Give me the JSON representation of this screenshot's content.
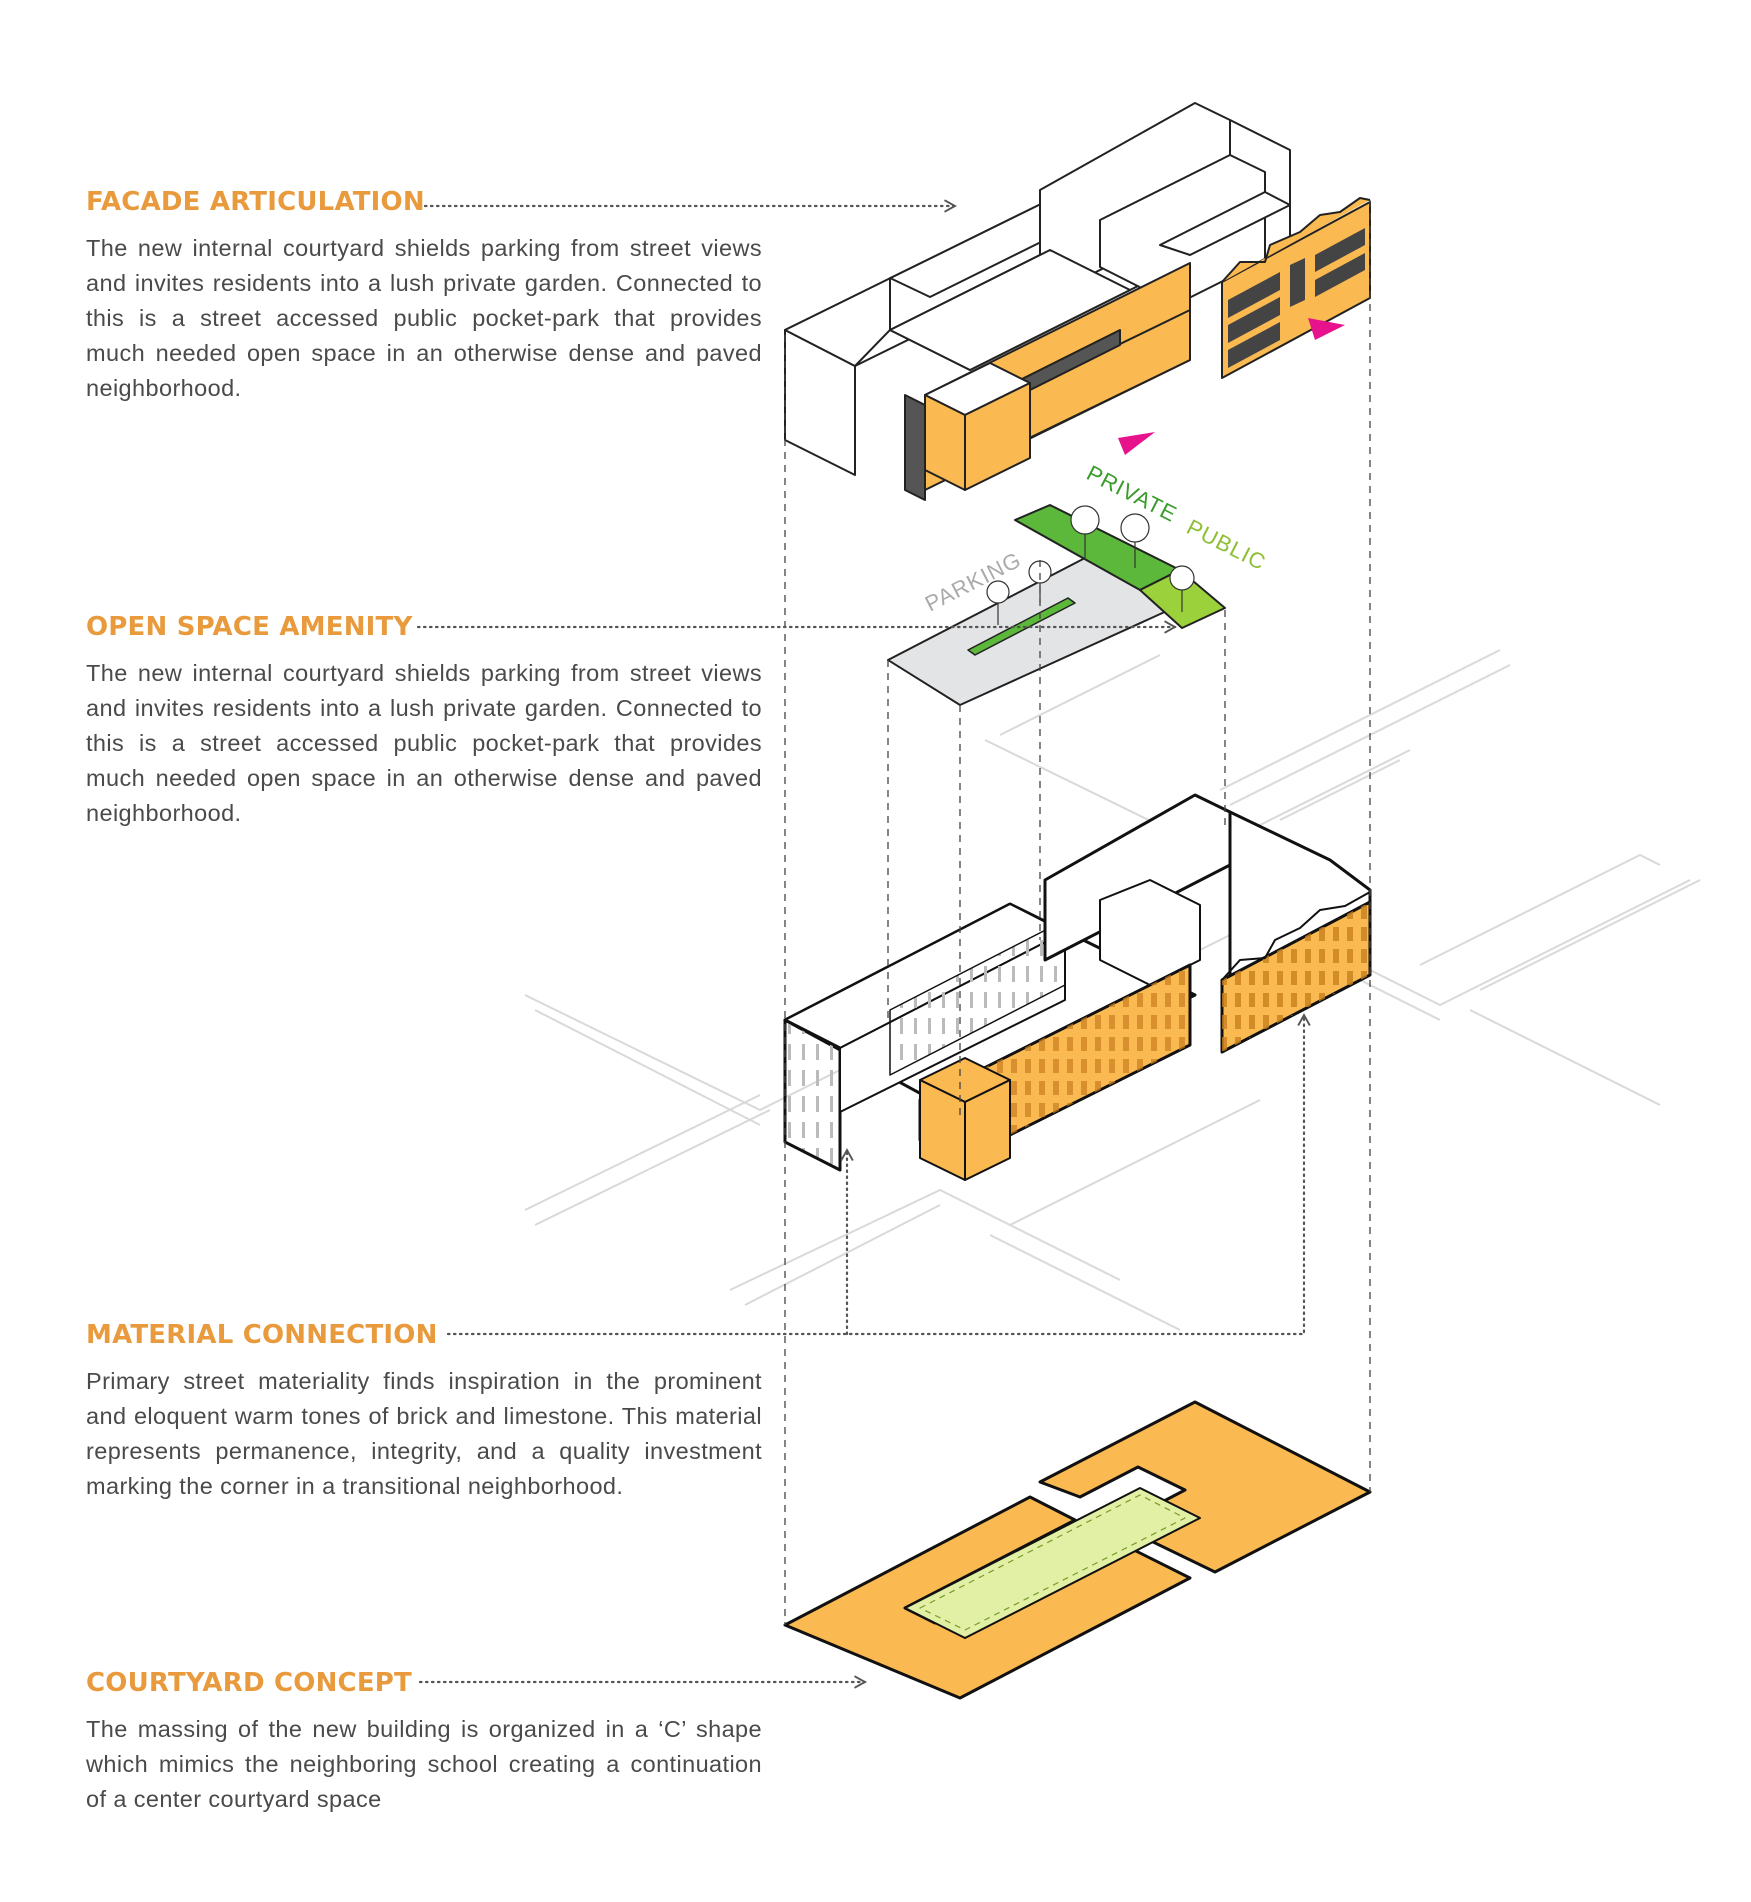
{
  "colors": {
    "accent_orange": "#E89A3C",
    "mass_orange": "#FBB951",
    "private_green": "#5BB83A",
    "public_green": "#9BD13A",
    "courtyard_green": "#E2F0A6",
    "arrow_magenta": "#E6138C",
    "parking_gray": "#E3E4E5",
    "body_text": "#4A4A4A"
  },
  "sections": [
    {
      "title": "FACADE ARTICULATION",
      "body": "The new internal courtyard shields parking from street views and invites residents into a lush private garden. Connected to this is a street accessed public pocket-park that provides much needed open space in an otherwise dense and paved neighborhood."
    },
    {
      "title": "OPEN SPACE AMENITY",
      "body": "The new internal courtyard shields parking from street views and invites residents into a lush private garden. Connected to this is a street accessed public pocket-park that provides much needed open space in an otherwise dense and paved neighborhood."
    },
    {
      "title": "MATERIAL CONNECTION",
      "body": "Primary street materiality finds inspiration in the prominent and eloquent warm tones of brick and limestone. This material represents permanence, integrity, and a quality investment marking the corner in a transitional neighborhood."
    },
    {
      "title": "COURTYARD CONCEPT",
      "body": "The massing of the new building is organized in a ‘C’ shape which mimics the neighboring school creating a continuation of a center courtyard space"
    }
  ],
  "diagram_labels": {
    "parking": "PARKING",
    "private": "PRIVATE",
    "public": "PUBLIC"
  }
}
